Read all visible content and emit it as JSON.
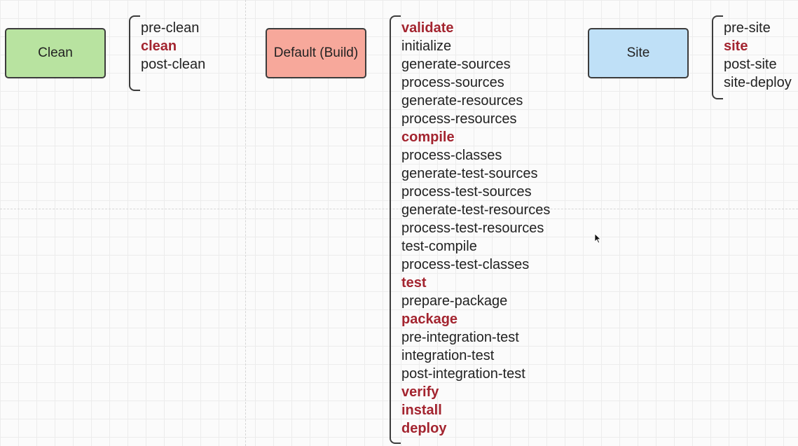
{
  "lifecycles": [
    {
      "id": "clean",
      "name": "Clean",
      "color": "#b8e3a0",
      "phases": [
        {
          "name": "pre-clean",
          "key": false
        },
        {
          "name": "clean",
          "key": true
        },
        {
          "name": "post-clean",
          "key": false
        }
      ]
    },
    {
      "id": "default",
      "name": "Default (Build)",
      "color": "#f7a89b",
      "phases": [
        {
          "name": "validate",
          "key": true
        },
        {
          "name": "initialize",
          "key": false
        },
        {
          "name": "generate-sources",
          "key": false
        },
        {
          "name": "process-sources",
          "key": false
        },
        {
          "name": "generate-resources",
          "key": false
        },
        {
          "name": "process-resources",
          "key": false
        },
        {
          "name": "compile",
          "key": true
        },
        {
          "name": "process-classes",
          "key": false
        },
        {
          "name": "generate-test-sources",
          "key": false
        },
        {
          "name": "process-test-sources",
          "key": false
        },
        {
          "name": "generate-test-resources",
          "key": false
        },
        {
          "name": "process-test-resources",
          "key": false
        },
        {
          "name": "test-compile",
          "key": false
        },
        {
          "name": "process-test-classes",
          "key": false
        },
        {
          "name": "test",
          "key": true
        },
        {
          "name": "prepare-package",
          "key": false
        },
        {
          "name": "package",
          "key": true
        },
        {
          "name": "pre-integration-test",
          "key": false
        },
        {
          "name": "integration-test",
          "key": false
        },
        {
          "name": "post-integration-test",
          "key": false
        },
        {
          "name": "verify",
          "key": true
        },
        {
          "name": "install",
          "key": true
        },
        {
          "name": "deploy",
          "key": true
        }
      ]
    },
    {
      "id": "site",
      "name": "Site",
      "color": "#bfe0f7",
      "phases": [
        {
          "name": "pre-site",
          "key": false
        },
        {
          "name": "site",
          "key": true
        },
        {
          "name": "post-site",
          "key": false
        },
        {
          "name": "site-deploy",
          "key": false
        }
      ]
    }
  ],
  "colors": {
    "key_phase": "#a3242f",
    "normal_phase": "#222222",
    "border": "#3c3c3c"
  }
}
